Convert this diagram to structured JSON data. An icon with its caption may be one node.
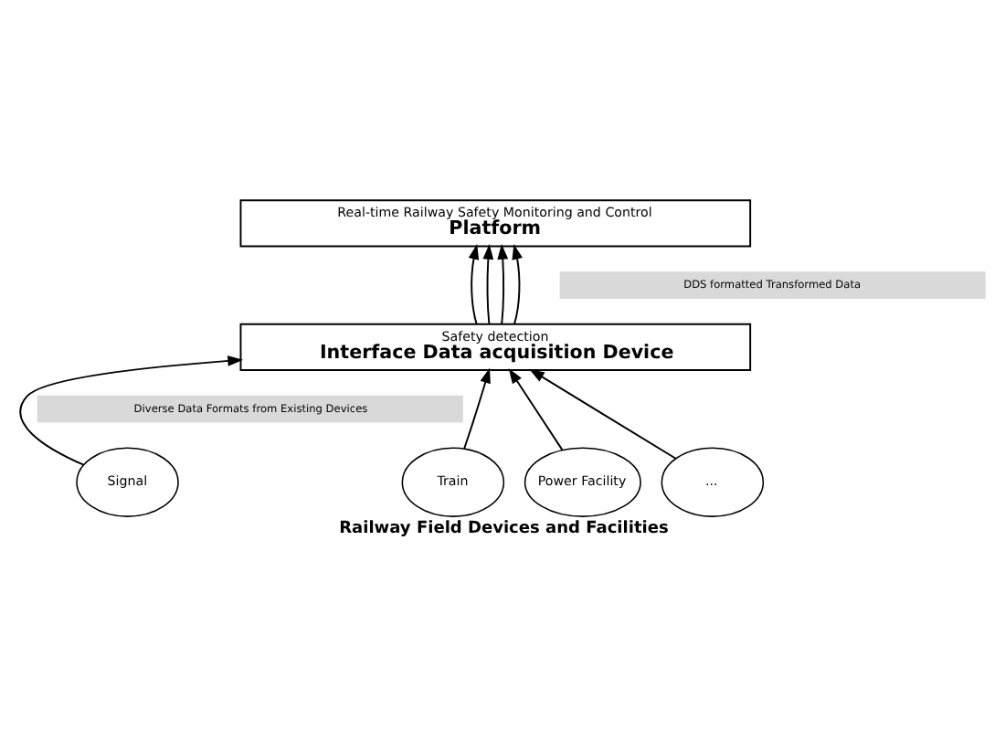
{
  "diagram": {
    "caption": "Railway Field Devices and Facilities",
    "nodes": [
      {
        "text": [
          "Real-time Railway Safety Monitoring and Control",
          "Platform"
        ]
      },
      {
        "text": [
          "DDS formatted Transformed Data"
        ]
      },
      {
        "text": [
          "Safety detection",
          "Interface Data acquisition Device"
        ]
      },
      {
        "text": [
          "Diverse Data Formats from Existing Devices"
        ]
      },
      {
        "text": [
          "Signal"
        ]
      },
      {
        "text": [
          "Train"
        ]
      },
      {
        "text": [
          "Power Facility"
        ]
      },
      {
        "text": [
          "..."
        ]
      }
    ],
    "edges": [
      {
        "from": 4,
        "to": 2,
        "arrow": "to"
      },
      {
        "from": 5,
        "to": 2,
        "arrow": "to"
      },
      {
        "from": 6,
        "to": 2,
        "arrow": "to"
      },
      {
        "from": 7,
        "to": 2,
        "arrow": "to"
      },
      {
        "from": 2,
        "to": 0,
        "arrow": "to"
      },
      {
        "from": 2,
        "to": 0,
        "arrow": "to"
      },
      {
        "from": 2,
        "to": 0,
        "arrow": "to"
      },
      {
        "from": 2,
        "to": 0,
        "arrow": "to"
      }
    ]
  }
}
